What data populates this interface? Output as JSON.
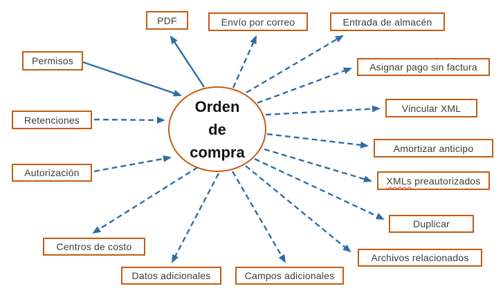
{
  "diagram": {
    "center": {
      "label": "Orden de compra",
      "lines": [
        "Orden",
        "de",
        "compra"
      ]
    },
    "nodes": [
      {
        "label": "PDF"
      },
      {
        "label": "Envío por correo"
      },
      {
        "label": "Entrada de almacén"
      },
      {
        "label": "Asignar pago sin factura"
      },
      {
        "label": "Vincular XML"
      },
      {
        "label": "Amortizar anticipo"
      },
      {
        "label": "XMLs preautorizados",
        "word_misspelled": "XMLs",
        "word_rest": "preautorizados",
        "spellcheck_underline": true
      },
      {
        "label": "Duplicar"
      },
      {
        "label": "Archivos relacionados"
      },
      {
        "label": "Campos adicionales"
      },
      {
        "label": "Datos adicionales"
      },
      {
        "label": "Centros de costo"
      },
      {
        "label": "Autorización"
      },
      {
        "label": "Retenciones"
      },
      {
        "label": "Permisos"
      }
    ],
    "edges": [
      {
        "source": "Orden de compra",
        "target": "PDF",
        "style": "solid"
      },
      {
        "source": "Orden de compra",
        "target": "Envío por correo",
        "style": "dashed"
      },
      {
        "source": "Orden de compra",
        "target": "Entrada de almacén",
        "style": "dashed"
      },
      {
        "source": "Orden de compra",
        "target": "Asignar pago sin factura",
        "style": "dashed"
      },
      {
        "source": "Orden de compra",
        "target": "Vincular XML",
        "style": "dashed"
      },
      {
        "source": "Orden de compra",
        "target": "Amortizar anticipo",
        "style": "dashed"
      },
      {
        "source": "Orden de compra",
        "target": "XMLs preautorizados",
        "style": "dashed"
      },
      {
        "source": "Orden de compra",
        "target": "Duplicar",
        "style": "dashed"
      },
      {
        "source": "Orden de compra",
        "target": "Archivos relacionados",
        "style": "dashed"
      },
      {
        "source": "Orden de compra",
        "target": "Campos adicionales",
        "style": "dashed"
      },
      {
        "source": "Orden de compra",
        "target": "Datos adicionales",
        "style": "dashed"
      },
      {
        "source": "Orden de compra",
        "target": "Centros de costo",
        "style": "dashed"
      },
      {
        "source": "Permisos",
        "target": "Orden de compra",
        "style": "solid"
      },
      {
        "source": "Retenciones",
        "target": "Orden de compra",
        "style": "dashed"
      },
      {
        "source": "Autorización",
        "target": "Orden de compra",
        "style": "dashed"
      }
    ],
    "colors": {
      "box_border": "#C55A11",
      "arrow": "#2E6DA4",
      "text": "#3B3B3B",
      "spellcheck_underline": "#E03C31"
    }
  }
}
